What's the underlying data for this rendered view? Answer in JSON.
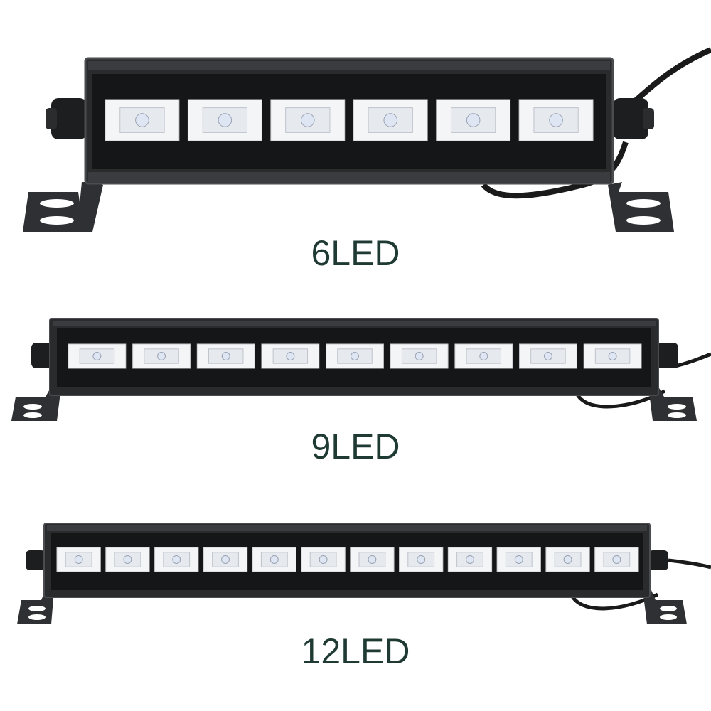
{
  "colors": {
    "housing": "#2a2b2d",
    "housing_edge": "#4a4c50",
    "panel": "#151617",
    "bracket": "#2f3033",
    "led_frame": "#f4f5f6",
    "led_core": "#dfe6f3",
    "caption": "#1f3a33",
    "cable": "#1a1a1a"
  },
  "products": [
    {
      "label": "6LED",
      "led_count": 6
    },
    {
      "label": "9LED",
      "led_count": 9
    },
    {
      "label": "12LED",
      "led_count": 12
    }
  ]
}
